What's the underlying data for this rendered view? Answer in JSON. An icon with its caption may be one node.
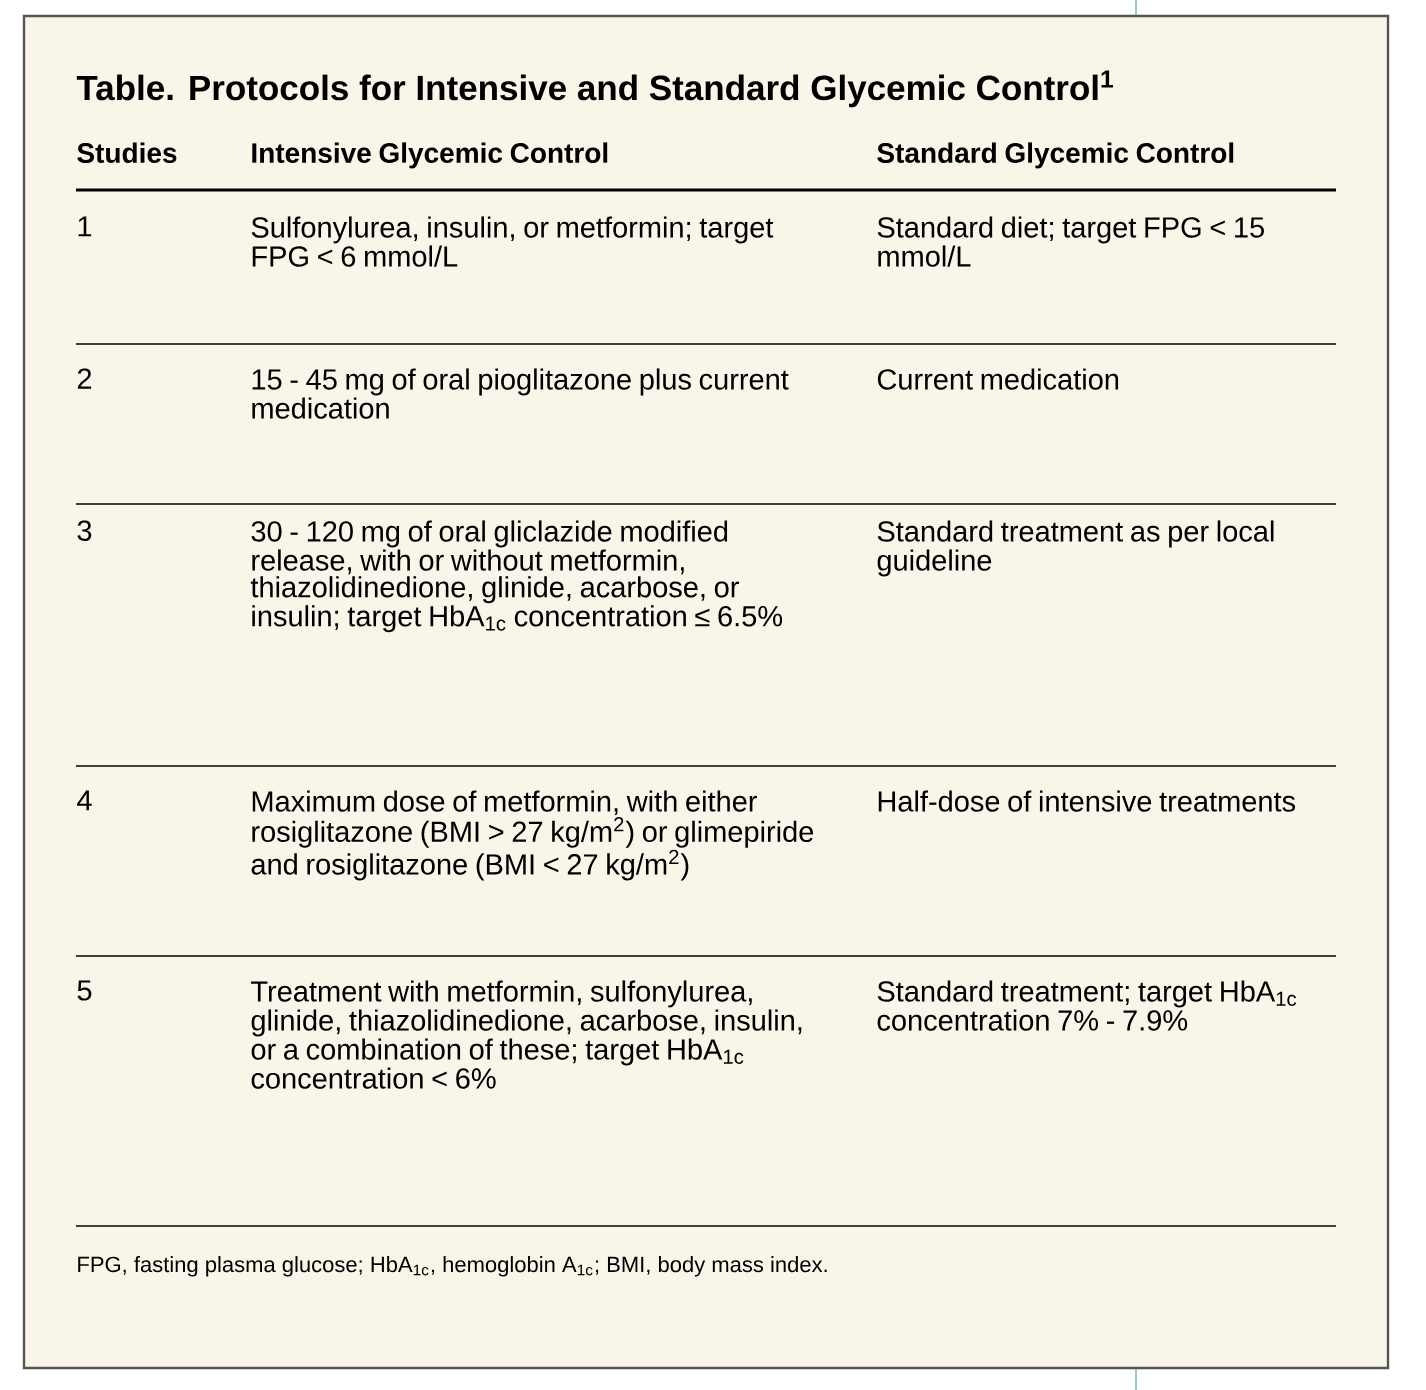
{
  "diagram": {
    "title": "Table. Protocols for Intensive and Standard Glycemic Control$^{1}$",
    "labels": [
      "Studies",
      "Intensive Glycemic Control",
      "Standard Glycemic Control",
      "1",
      "Sulfonylurea, insulin, or metformin; target FPG < 6 mmol/L",
      "Standard diet; target FPG < 15 mmol/L",
      "2",
      "15 - 45 mg of oral pioglitazone plus current medication",
      "Current medication",
      "3",
      "30 - 120 mg of oral gliclazide modified release, with or without metformin, thiazolidinedione, glinide, acarbose, or insulin; target HbA$_{1c}$ concentration ≤ 6.5%",
      "Standard treatment as per local guideline",
      "4",
      "Maximum dose of metformin, with either rosiglitazone (BMI > 27 kg/m$^{2}$) or glimepiride and rosiglitazone (BMI < 27 kg/m$^{2}$)",
      "Half-dose of intensive treatments",
      "5",
      "Treatment with metformin, sulfonylurea, glinide, thiazolidinedione, acarbose, insulin, or a combination of these; target HbA$_{1c}$ concentration < 6%",
      "Standard treatment; target HbA$_{1c}$ concentration 7% - 7.9%"
    ],
    "caption": "FPG, fasting plasma glucose; HbA$_{1c}$, hemoglobin A$_{1c}$; BMI, body mass index."
  }
}
